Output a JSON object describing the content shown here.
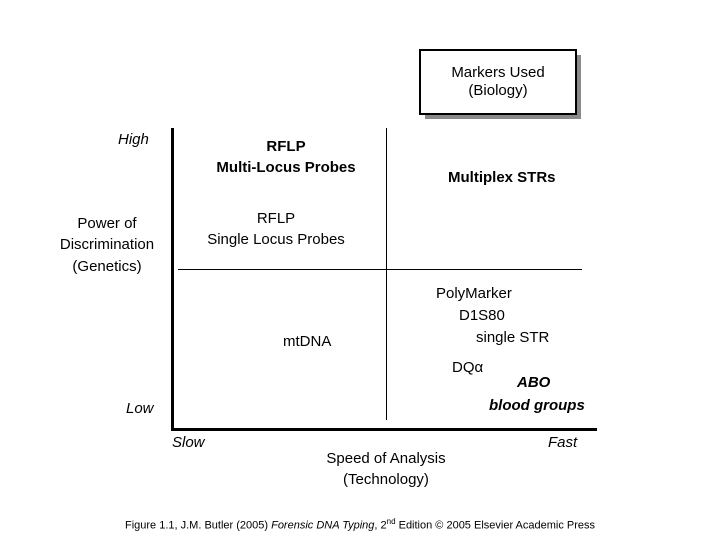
{
  "chart_data": {
    "type": "scatter",
    "title": "Markers Used (Biology)",
    "xlabel": "Speed of Analysis (Technology)",
    "ylabel": "Power of Discrimination (Genetics)",
    "x_axis_ticks": [
      "Slow",
      "Fast"
    ],
    "y_axis_ticks": [
      "Low",
      "High"
    ],
    "grid": true,
    "legend": "none",
    "annotations": [
      {
        "label": "RFLP Multi-Locus Probes",
        "x": "slow",
        "y": "high",
        "style": "bold"
      },
      {
        "label": "Multiplex STRs",
        "x": "fast",
        "y": "high",
        "style": "bold"
      },
      {
        "label": "RFLP Single Locus Probes",
        "x": "slow",
        "y": "high-mid",
        "style": "regular"
      },
      {
        "label": "mtDNA",
        "x": "slow",
        "y": "low",
        "style": "regular"
      },
      {
        "label": "PolyMarker",
        "x": "fast",
        "y": "low",
        "style": "regular"
      },
      {
        "label": "D1S80",
        "x": "fast",
        "y": "low",
        "style": "regular"
      },
      {
        "label": "single STR",
        "x": "fast",
        "y": "low",
        "style": "regular"
      },
      {
        "label": "DQα",
        "x": "fast",
        "y": "low",
        "style": "regular"
      },
      {
        "label": "ABO blood groups",
        "x": "fast",
        "y": "low",
        "style": "bold-italic"
      }
    ]
  },
  "callout": {
    "line1": "Markers Used",
    "line2": "(Biology)"
  },
  "axes": {
    "y_title_line1": "Power of",
    "y_title_line2": "Discrimination",
    "y_title_line3": "(Genetics)",
    "y_high": "High",
    "y_low": "Low",
    "x_title_line1": "Speed of Analysis",
    "x_title_line2": "(Technology)",
    "x_slow": "Slow",
    "x_fast": "Fast"
  },
  "markers": {
    "rflp_multi_line1": "RFLP",
    "rflp_multi_line2": "Multi-Locus Probes",
    "multiplex_strs": "Multiplex STRs",
    "rflp_single_line1": "RFLP",
    "rflp_single_line2": "Single Locus Probes",
    "mtdna": "mtDNA",
    "polymarker": "PolyMarker",
    "d1s80": "D1S80",
    "single_str": "single STR",
    "dq_alpha": "DQα",
    "abo": "ABO",
    "blood_groups": "blood groups"
  },
  "caption": {
    "part1": "Figure 1.1, J.M. Butler (2005) ",
    "italic_title": "Forensic DNA Typing",
    "part2": ", 2",
    "superscript": "nd",
    "part3": " Edition © 2005 Elsevier Academic Press"
  },
  "colors": {
    "ink": "#000000",
    "paper": "#ffffff",
    "shadow": "#8a8a8a"
  }
}
